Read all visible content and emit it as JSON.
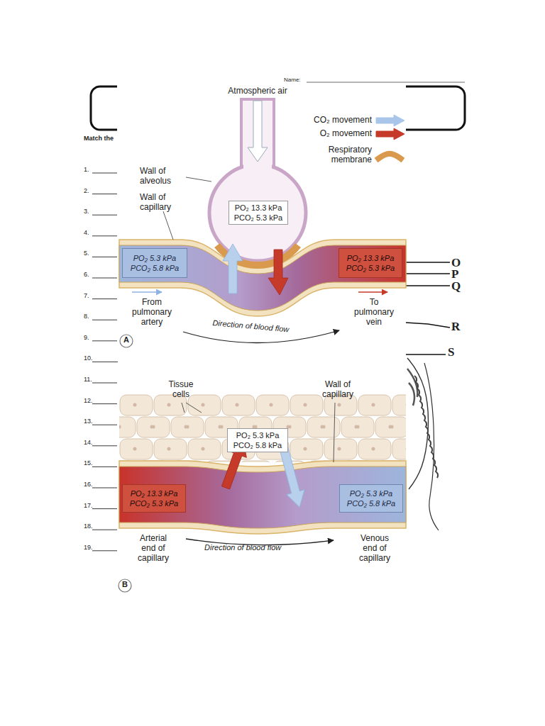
{
  "diagram": {
    "nodes": [
      {
        "text": [
          "PO₂ 13.3 kPa",
          "PCO₂ 5.3 kPa"
        ]
      },
      {
        "text": [
          "PO₂ 5.3 kPa",
          "PCO₂ 5.8 kPa"
        ]
      },
      {
        "text": [
          "PO₂ 13.3 kPa",
          "PCO₂ 5.3 kPa"
        ]
      },
      {
        "text": [
          "PO₂ 5.3 kPa",
          "PCO₂ 5.8 kPa"
        ]
      },
      {
        "text": [
          "PO₂ 13.3 kPa",
          "PCO₂ 5.3 kPa"
        ]
      },
      {
        "text": [
          "PO₂ 5.3 kPa",
          "PCO₂ 5.8 kPa"
        ]
      }
    ],
    "labels": [
      "Name:",
      "Match the",
      "1.",
      "2.",
      "3.",
      "4.",
      "5.",
      "6.",
      "7.",
      "8.",
      "9.",
      "10.",
      "11.",
      "12.",
      "13.",
      "14.",
      "15.",
      "16.",
      "17.",
      "18.",
      "19.",
      "O",
      "P",
      "Q",
      "R",
      "S",
      "Atmospheric air",
      "Wall of alveolus",
      "Wall of capillary",
      "From pulmonary artery",
      "To pulmonary vein",
      "Direction of blood flow",
      "A",
      "Tissue cells",
      "Wall of capillary",
      "Arterial end of capillary",
      "Venous end of capillary",
      "Direction of blood flow",
      "B"
    ],
    "legend": [
      {
        "text": "CO₂ movement",
        "color": "#a9c6ea"
      },
      {
        "text": "O₂ movement",
        "color": "#c63a2a"
      },
      {
        "text": "Respiratory membrane",
        "color": "#d99a4e"
      }
    ]
  }
}
